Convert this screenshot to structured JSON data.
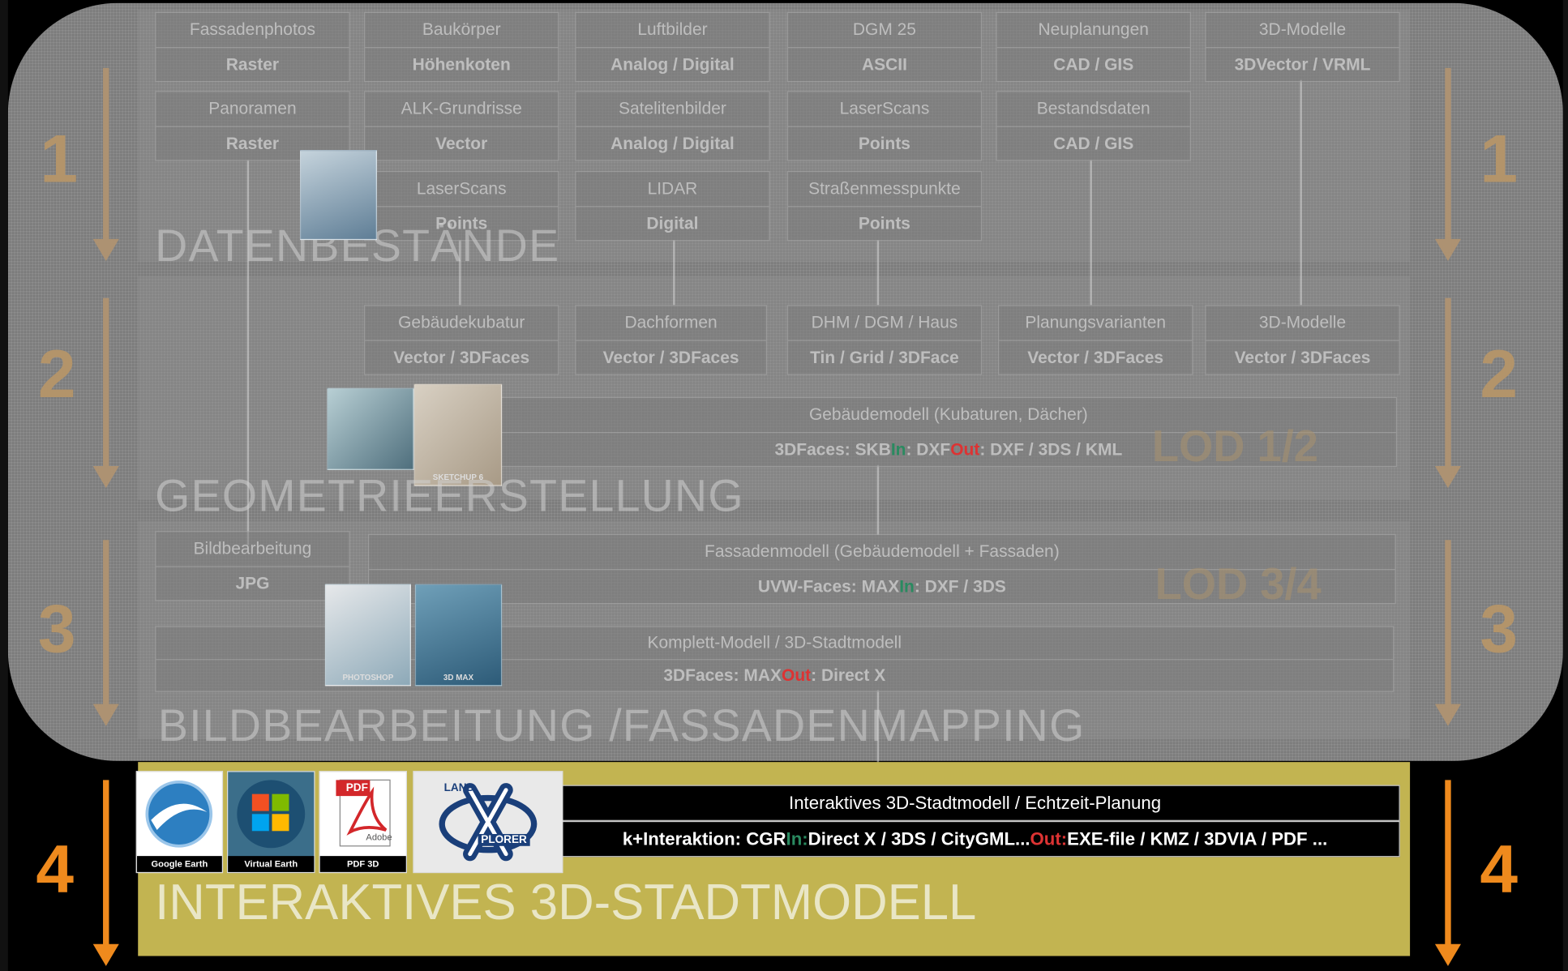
{
  "sections": {
    "s1": "DATENBESTÄNDE",
    "s2": "GEOMETRIEERSTELLUNG",
    "s3": "BILDBEARBEITUNG /FASSADENMAPPING",
    "s4": "INTERAKTIVES 3D-STADTMODELL"
  },
  "steps": [
    "1",
    "2",
    "3",
    "4"
  ],
  "data_sources": [
    {
      "title": "Fassadenphotos",
      "format": "Raster"
    },
    {
      "title": "Baukörper",
      "format": "Höhenkoten"
    },
    {
      "title": "Luftbilder",
      "format": "Analog / Digital"
    },
    {
      "title": "DGM 25",
      "format": "ASCII"
    },
    {
      "title": "Neuplanungen",
      "format": "CAD / GIS"
    },
    {
      "title": "3D-Modelle",
      "format": "3DVector / VRML"
    },
    {
      "title": "Panoramen",
      "format": "Raster"
    },
    {
      "title": "ALK-Grundrisse",
      "format": "Vector"
    },
    {
      "title": "Satelitenbilder",
      "format": "Analog / Digital"
    },
    {
      "title": "LaserScans",
      "format": "Points"
    },
    {
      "title": "Bestandsdaten",
      "format": "CAD / GIS"
    },
    {
      "title": "LaserScans",
      "format": "Points"
    },
    {
      "title": "LIDAR",
      "format": "Digital"
    },
    {
      "title": "Straßenmesspunkte",
      "format": "Points"
    }
  ],
  "geometry": [
    {
      "title": "Gebäudekubatur",
      "format": "Vector / 3DFaces"
    },
    {
      "title": "Dachformen",
      "format": "Vector / 3DFaces"
    },
    {
      "title": "DHM / DGM / Haus",
      "format": "Tin / Grid / 3DFace"
    },
    {
      "title": "Planungsvarianten",
      "format": "Vector / 3DFaces"
    },
    {
      "title": "3D-Modelle",
      "format": "Vector / 3DFaces"
    }
  ],
  "building_model": {
    "title": "Gebäudemodell (Kubaturen, Dächer)",
    "line_a": "3DFaces: SKB ",
    "in": "In",
    "line_b": ": DXF ",
    "out": "Out",
    "line_c": ": DXF / 3DS / KML",
    "lod": "LOD 1/2"
  },
  "image_processing": {
    "title": "Bildbearbeitung",
    "format": "JPG"
  },
  "facade_model": {
    "title": "Fassadenmodell (Gebäudemodell + Fassaden)",
    "line_a": "UVW-Faces: MAX ",
    "in": "In",
    "line_b": ": DXF / 3DS",
    "lod": "LOD 3/4"
  },
  "complete_model": {
    "title": "Komplett-Modell / 3D-Stadtmodell",
    "line_a": "3DFaces: MAX ",
    "out": "Out",
    "line_b": ": Direct X"
  },
  "interactive": {
    "title": "Interaktives 3D-Stadtmodell / Echtzeit-Planung",
    "line_a": "k+Interaktion: CGR ",
    "in": "In:",
    "line_b": " Direct X / 3DS / CityGML... ",
    "out": "Out:",
    "line_c": " EXE-file / KMZ / 3DVIA / PDF ..."
  },
  "logos": [
    "Google Earth",
    "Virtual Earth",
    "PDF 3D"
  ],
  "landx_text": {
    "top": "LAND",
    "bottom": "PLORER",
    "x": "X"
  },
  "pdf_badge": "PDF",
  "adobe": "Adobe",
  "thumbs": [
    "SKETCHUP 6",
    "PHOTOSHOP",
    "3D MAX"
  ],
  "colors": {
    "step_tan": "#ad9272",
    "step_orange": "#ef8a1d",
    "olive": "#c2b451",
    "out_red": "#dd3333",
    "in_green": "#2a8a60"
  }
}
